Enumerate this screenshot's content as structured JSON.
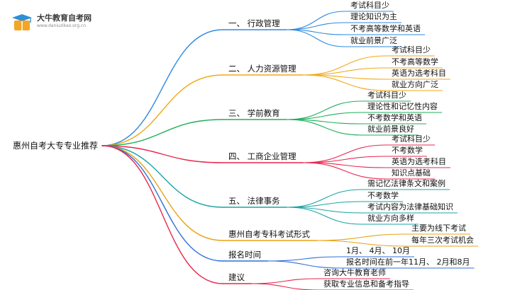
{
  "logo": {
    "name": "大牛教育自考网",
    "url": "www.daniuzikao.org.cn",
    "colors": {
      "book": "#f4a524",
      "cap": "#2e8fd8"
    }
  },
  "root": "惠州自考大专专业推荐",
  "branches": [
    {
      "label": "一、 行政管理",
      "color": "#2f8ae0",
      "leaves": [
        "考试科目少",
        "理论知识为主",
        "不考高等数学和英语",
        "就业前景广泛"
      ]
    },
    {
      "label": "二、 人力资源管理",
      "color": "#f2a916",
      "leaves": [
        "考试科目少",
        "不考高等数学",
        "英语为选考科目",
        "就业方向广泛"
      ]
    },
    {
      "label": "三、 学前教育",
      "color": "#1fae5a",
      "leaves": [
        "考试科目少",
        "理论性和记忆性内容",
        "不考数学和英语",
        "就业前景良好"
      ]
    },
    {
      "label": "四、 工商企业管理",
      "color": "#e8274f",
      "leaves": [
        "考试科目少",
        "不考数学",
        "英语为选考科目",
        "知识点基础"
      ]
    },
    {
      "label": "五、 法律事务",
      "color": "#1aa3a5",
      "leaves": [
        "需记忆法律条文和案例",
        "不考数学",
        "考试内容为法律基础知识",
        "就业方向多样"
      ]
    },
    {
      "label": "惠州自考专科考试形式",
      "color": "#e8a316",
      "leaves": [
        "主要为线下考试",
        "每年三次考试机会"
      ]
    },
    {
      "label": "报名时间",
      "color": "#2f6fd8",
      "leaves": [
        "1月、 4月、 10月",
        "报名时间在前一年11月、 2月和8月"
      ]
    },
    {
      "label": "建议",
      "color": "#e8274f",
      "leaves": [
        "咨询大牛教育老师",
        "获取专业信息和备考指导"
      ]
    }
  ]
}
